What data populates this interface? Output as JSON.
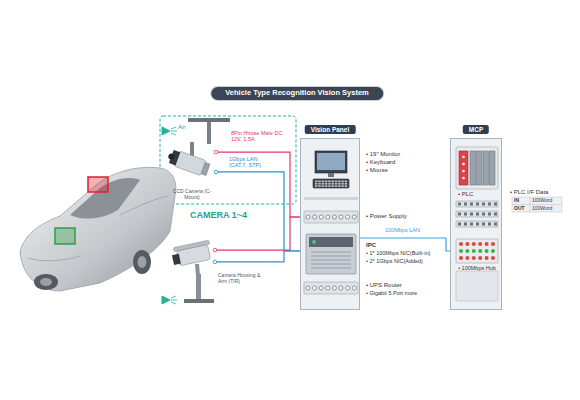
{
  "diagram": {
    "title": "Vehicle Type Recognition Vision System",
    "nodes": [
      {
        "text": [
          "CCD Camera (C-Mount)"
        ]
      },
      {
        "text": [
          "Camera Housing & Arm (TIR)"
        ]
      },
      {
        "text": [
          "Vision Panel"
        ]
      },
      {
        "text": [
          "• 19\" Monitor",
          "• Keyboard",
          "• Mouse"
        ],
        "in": 2
      },
      {
        "text": [
          "• Power Supply"
        ],
        "in": 2
      },
      {
        "text": [
          "IPC",
          "• 1* 100Mbps NIC(Built-in)",
          "• 2* 1Gbps NIC(Added)"
        ],
        "in": 2
      },
      {
        "text": [
          "• UPS Router",
          "• Gigabit 5 Port more"
        ],
        "in": 2
      },
      {
        "text": [
          "MCP"
        ]
      },
      {
        "text": [
          "• PLC",
          "• PLC I/F Data"
        ],
        "in": 7
      },
      {
        "text": [
          "• 100Mbps Hub"
        ],
        "in": 7
      }
    ],
    "edges": [
      {
        "from": 0,
        "to": 4,
        "arrow": "none",
        "label": "8Pin Hirose Male DC 12V, 1.5A"
      },
      {
        "from": 0,
        "to": 5,
        "arrow": "none",
        "label": "1Gbps LAN (CAT.7, STP)"
      },
      {
        "from": 1,
        "to": 4,
        "arrow": "none"
      },
      {
        "from": 1,
        "to": 5,
        "arrow": "none"
      },
      {
        "from": 5,
        "to": 9,
        "arrow": "none",
        "label": "100Mbps LAN"
      }
    ],
    "labels": [
      "Air",
      "CAMERA 1~4",
      "IN",
      "100Word",
      "OUT",
      "100Word"
    ]
  }
}
